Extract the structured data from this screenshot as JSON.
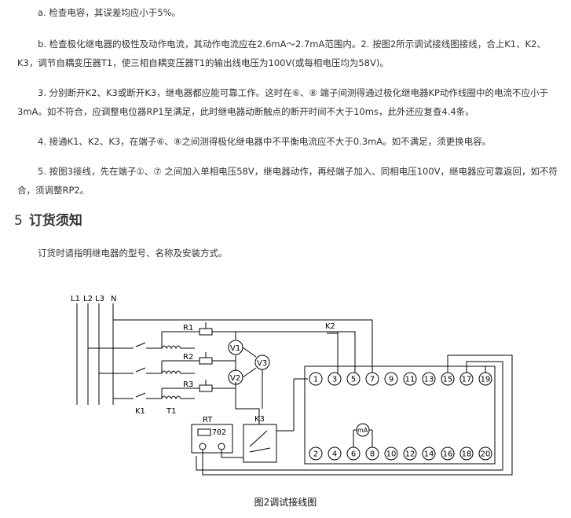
{
  "paragraphs": [
    "a. 检查电容，其误差均应小于5%。",
    "b. 检查极化继电器的极性及动作电流，其动作电流应在2.6mA～2.7mA范围内。2. 按图2所示调试接线图接线，合上K1、K2、K3，调节自耦变压器T1，使三相自耦变压器T1的输出线电压为100V(或每相电压均为58V)。",
    "3. 分别断开K2、K3或断开K3，继电器都应能可靠工作。这时在⑥、⑧ 端子间测得通过极化继电器KP动作线圈中的电流不应小于3mA。如不符合，应调整电位器RP1至满足，此时继电器动断触点的断开时间不大于10ms，此外还应复查4.4条。",
    "4. 接通K1、K2、K3，在端子⑥、⑧之间测得极化继电器中不平衡电流应不大于0.3mA。如不满足，须更换电容。",
    "5. 按图3接线，先在端子①、⑦ 之间加入单相电压58V，继电器动作，再经端子加入、同相电压100V，继电器应可靠返回，如不符合，须调整RP2。"
  ],
  "section": {
    "number": "5",
    "title": "订货须知"
  },
  "order_note": "订货时请指明继电器的型号、名称及安装方式。",
  "diagram": {
    "bus_labels": [
      "L1",
      "L2",
      "L3",
      "N"
    ],
    "resistors": [
      "R1",
      "R2",
      "R3"
    ],
    "switches": {
      "k1": "K1",
      "k2": "K2",
      "k3": "K3"
    },
    "transformer": "T1",
    "voltmeters": [
      "V1",
      "V2",
      "V3"
    ],
    "timer": {
      "name": "RT",
      "display": "702"
    },
    "ammeter": "mA",
    "top_terminals": [
      "1",
      "3",
      "5",
      "7",
      "9",
      "11",
      "13",
      "15",
      "17",
      "19"
    ],
    "bottom_terminals": [
      "2",
      "4",
      "6",
      "8",
      "10",
      "12",
      "14",
      "16",
      "18",
      "20"
    ]
  },
  "caption": "图2调试接线图"
}
